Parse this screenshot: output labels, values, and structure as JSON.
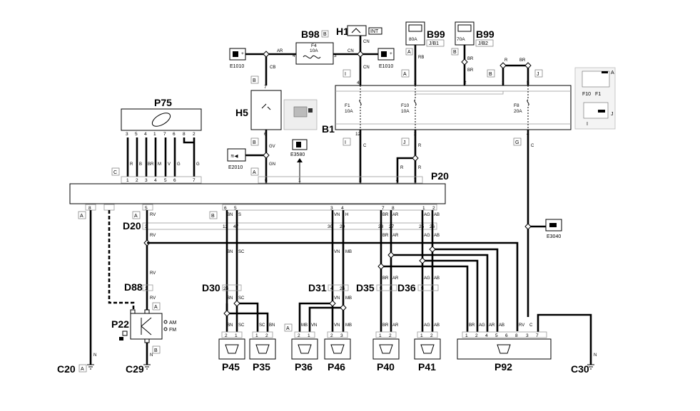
{
  "components": {
    "P75": "P75",
    "P20": "P20",
    "B1": "B1",
    "H5": "H5",
    "H1": "H1",
    "B98": "B98",
    "B99a": "B99",
    "B99b": "B99",
    "D20": "D20",
    "D88": "D88",
    "D30": "D30",
    "D31": "D31",
    "D35": "D35",
    "D36": "D36",
    "P22": "P22",
    "P45": "P45",
    "P35": "P35",
    "P36": "P36",
    "P46": "P46",
    "P40": "P40",
    "P41": "P41",
    "P92": "P92",
    "C20": "C20",
    "C29": "C29",
    "C30": "C30"
  },
  "refs": {
    "E1010a": "E1010",
    "E1010b": "E1010",
    "E2010": "E2010",
    "E3580": "E3580",
    "E3040": "E3040"
  },
  "fuses": {
    "b98": {
      "name": "F4",
      "rating": "10A"
    },
    "b99a": {
      "rating": "80A",
      "ref": "J/B1"
    },
    "b99b": {
      "rating": "70A",
      "ref": "J/B2"
    },
    "f1": {
      "name": "F1",
      "rating": "10A"
    },
    "f10": {
      "name": "F10",
      "rating": "10A"
    },
    "f8": {
      "name": "F8",
      "rating": "20A"
    }
  },
  "inset": {
    "f10": "F10",
    "f1": "F1",
    "a": "A",
    "j": "J",
    "i": "I"
  },
  "h1_int": "INT",
  "p22_am": "AM",
  "p22_fm": "FM",
  "tags": {
    "A": "A",
    "B": "B",
    "C": "C",
    "G": "G",
    "I": "I",
    "J": "J"
  },
  "wire_codes": [
    "AR",
    "CN",
    "CB",
    "RB",
    "BR",
    "R",
    "GV",
    "GN",
    "C",
    "S",
    "SC",
    "BN",
    "VN",
    "H",
    "MB",
    "AG",
    "AB",
    "RV",
    "N",
    "M",
    "V",
    "G"
  ],
  "pins": [
    "1",
    "2",
    "3",
    "4",
    "5",
    "6",
    "7",
    "8",
    "12",
    "20",
    "24",
    "25",
    "26",
    "27",
    "28",
    "30",
    "47"
  ]
}
